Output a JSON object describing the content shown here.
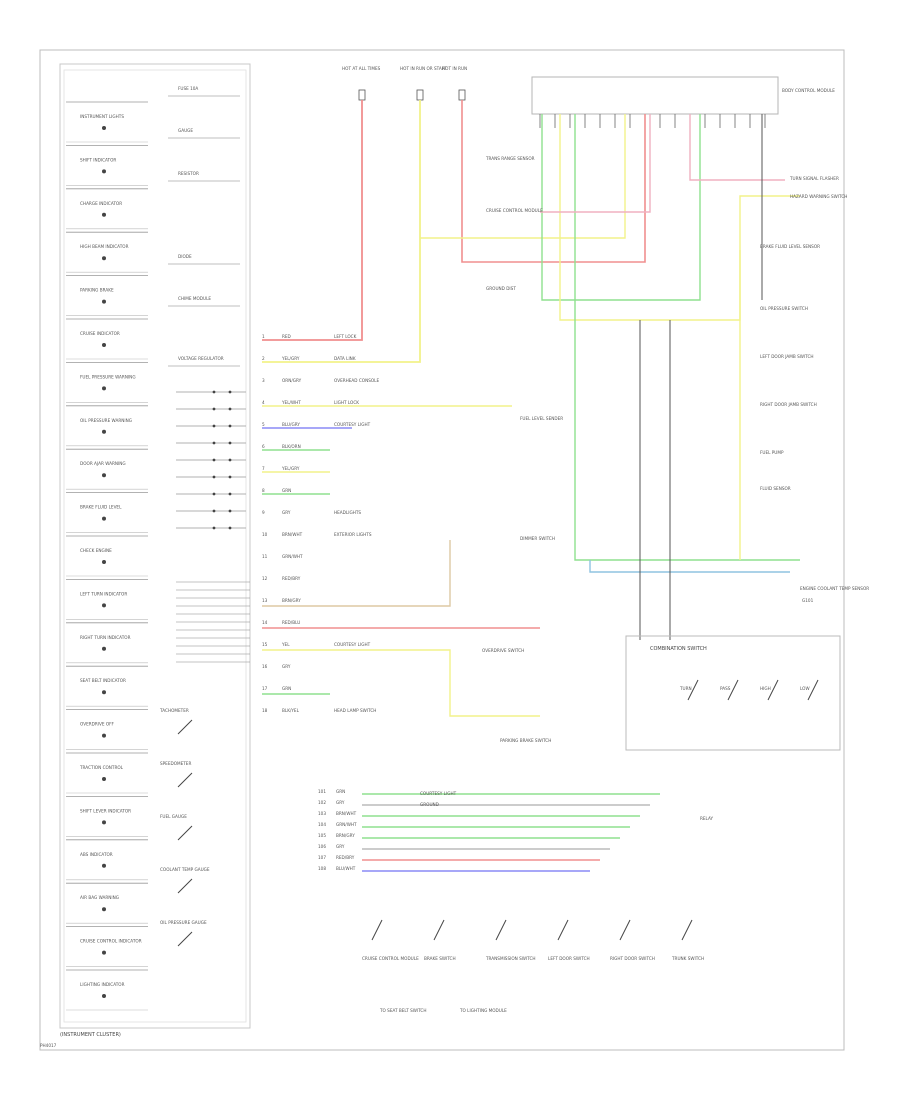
{
  "wire_colors": {
    "red": "#f08f8f",
    "yellow": "#f2f28a",
    "green": "#8fe08f",
    "blue": "#8a8af5",
    "tan": "#ddc9a4",
    "ltblue": "#8fc3e0",
    "pink": "#f0b0c0",
    "black": "#555555",
    "gray": "#bbbbbb"
  },
  "cluster_outline_label": "(INSTRUMENT CLUSTER)",
  "footer_code": "PH4017",
  "left_indicators": [
    "INSTRUMENT LIGHTS",
    "SHIFT INDICATOR",
    "CHARGE INDICATOR",
    "HIGH BEAM INDICATOR",
    "PARKING BRAKE",
    "CRUISE INDICATOR",
    "FUEL PRESSURE WARNING",
    "OIL PRESSURE WARNING",
    "DOOR AJAR WARNING",
    "BRAKE FLUID LEVEL",
    "CHECK ENGINE",
    "LEFT TURN INDICATOR",
    "RIGHT TURN INDICATOR",
    "SEAT BELT INDICATOR",
    "OVERDRIVE OFF",
    "TRACTION CONTROL",
    "SHIFT LEVER INDICATOR",
    "ABS INDICATOR",
    "AIR BAG WARNING",
    "CRUISE CONTROL INDICATOR",
    "LIGHTING INDICATOR"
  ],
  "right_column_labels": [
    "FUSE 10A",
    "GAUGE",
    "RESISTOR",
    "DIODE",
    "CHIME MODULE",
    "VOLTAGE REGULATOR"
  ],
  "gauges": [
    "TACHOMETER",
    "SPEEDOMETER",
    "FUEL GAUGE",
    "COOLANT TEMP GAUGE",
    "OIL PRESSURE GAUGE"
  ],
  "top_fuses": [
    "HOT AT ALL TIMES",
    "HOT IN RUN OR START",
    "HOT IN RUN"
  ],
  "connector_rows": [
    {
      "pin": "1",
      "wire": "RED"
    },
    {
      "pin": "2",
      "wire": "YEL/GRY"
    },
    {
      "pin": "3",
      "wire": "ORN/GRY"
    },
    {
      "pin": "4",
      "wire": "YEL/WHT"
    },
    {
      "pin": "5",
      "wire": "BLU/GRY"
    },
    {
      "pin": "6",
      "wire": "BLK/ORN"
    },
    {
      "pin": "7",
      "wire": "YEL/GRY"
    },
    {
      "pin": "8",
      "wire": "GRN"
    },
    {
      "pin": "9",
      "wire": "GRY"
    },
    {
      "pin": "10",
      "wire": "BRN/WHT"
    },
    {
      "pin": "11",
      "wire": "GRN/WHT"
    },
    {
      "pin": "12",
      "wire": "RED/BRY"
    },
    {
      "pin": "13",
      "wire": "BRN/GRY"
    },
    {
      "pin": "14",
      "wire": "RED/BLU"
    },
    {
      "pin": "15",
      "wire": "YEL"
    },
    {
      "pin": "16",
      "wire": "GRY"
    },
    {
      "pin": "17",
      "wire": "GRN"
    },
    {
      "pin": "18",
      "wire": "BLK/YEL"
    }
  ],
  "connector_notes": [
    "LEFT LOCK",
    "DATA LINK",
    "OVERHEAD CONSOLE",
    "LIGHT LOCK",
    "COURTESY LIGHT",
    "",
    "",
    "",
    "HEADLIGHTS",
    "EXTERIOR LIGHTS",
    "",
    "",
    "",
    "",
    "COURTESY LIGHT",
    "",
    "",
    "HEAD LAMP SWITCH"
  ],
  "right_devices": [
    "BODY CONTROL MODULE",
    "TRANS RANGE SENSOR",
    "CRUISE CONTROL MODULE",
    "GROUND DIST",
    "FUEL LEVEL SENDER",
    "DIMMER SWITCH",
    "OVERDRIVE SWITCH",
    "PARKING BRAKE SWITCH",
    "BRAKE FLUID LEVEL SENSOR",
    "FLUID SENSOR",
    "ENGINE COOLANT TEMP SENSOR"
  ],
  "top_right_labels": [
    "TURN SIGNAL FLASHER",
    "HAZARD WARNING SWITCH"
  ],
  "mid_right_labels": [
    "OIL PRESSURE SWITCH",
    "LEFT DOOR JAMB SWITCH",
    "RIGHT DOOR JAMB SWITCH",
    "FUEL PUMP"
  ],
  "bottom_box_title": "COMBINATION SWITCH",
  "bottom_box_switches": [
    "TURN",
    "PASS",
    "HIGH",
    "LOW"
  ],
  "lower_bus": [
    {
      "pin": "101",
      "wire": "GRN"
    },
    {
      "pin": "102",
      "wire": "GRY"
    },
    {
      "pin": "103",
      "wire": "BRN/WHT"
    },
    {
      "pin": "104",
      "wire": "GRN/WHT"
    },
    {
      "pin": "105",
      "wire": "BRN/GRY"
    },
    {
      "pin": "106",
      "wire": "GRY"
    },
    {
      "pin": "107",
      "wire": "RED/BRY"
    },
    {
      "pin": "108",
      "wire": "BLU/WHT"
    }
  ],
  "lower_bus_notes": [
    "COURTESY LIGHT",
    "GROUND"
  ],
  "lower_devices": [
    "CRUISE CONTROL MODULE",
    "BRAKE SWITCH",
    "TRANSMISSION SWITCH",
    "LEFT DOOR SWITCH",
    "RIGHT DOOR SWITCH",
    "TRUNK SWITCH"
  ],
  "lower_subnotes": [
    "TO SEAT BELT SWITCH",
    "TO LIGHTING MODULE"
  ],
  "relay_label": "RELAY",
  "ground_label": "G101"
}
